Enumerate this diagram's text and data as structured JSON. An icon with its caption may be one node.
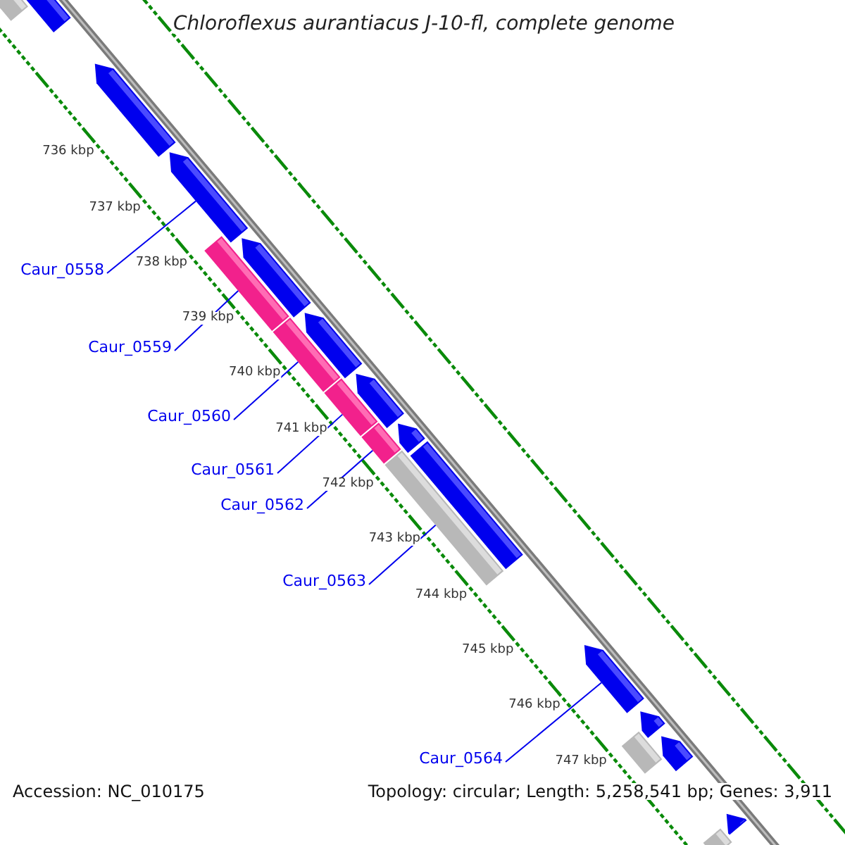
{
  "diagram": {
    "title": "Chloroflexus aurantiacus J-10-fl, complete genome",
    "nodes": [
      {
        "text": [],
        "shape": "bar"
      },
      {
        "text": [],
        "shape": "bar"
      },
      {
        "text": [],
        "shape": "bar"
      },
      {
        "text": [],
        "shape": "bar"
      },
      {
        "text": [],
        "shape": "bar"
      },
      {
        "text": [],
        "shape": "bar"
      },
      {
        "text": [],
        "shape": "bar"
      },
      {
        "text": [],
        "shape": "bar"
      },
      {
        "text": [],
        "shape": "bar"
      },
      {
        "text": [],
        "shape": "bar"
      },
      {
        "text": [],
        "shape": "bar"
      },
      {
        "text": [],
        "shape": "bar"
      },
      {
        "text": [],
        "shape": "bar"
      },
      {
        "text": [],
        "shape": "bar"
      },
      {
        "text": [],
        "shape": "bar"
      },
      {
        "text": [],
        "shape": "bar"
      },
      {
        "text": [],
        "shape": "bar"
      },
      {
        "text": [],
        "shape": "bar"
      },
      {
        "text": [],
        "shape": "bar"
      },
      {
        "text": [],
        "shape": "bar"
      },
      {
        "text": [
          "Caur_0558"
        ]
      },
      {
        "text": [
          "Caur_0559"
        ]
      },
      {
        "text": [
          "Caur_0560"
        ]
      },
      {
        "text": [
          "Caur_0561"
        ]
      },
      {
        "text": [
          "Caur_0562"
        ]
      },
      {
        "text": [
          "Caur_0563"
        ]
      },
      {
        "text": [
          "Caur_0564"
        ]
      }
    ],
    "edges": [
      {
        "from": 20,
        "to": 3,
        "arrow": "none"
      },
      {
        "from": 21,
        "to": 4,
        "arrow": "none"
      },
      {
        "from": 22,
        "to": 6,
        "arrow": "none"
      },
      {
        "from": 23,
        "to": 8,
        "arrow": "none"
      },
      {
        "from": 24,
        "to": 10,
        "arrow": "none"
      },
      {
        "from": 25,
        "to": 12,
        "arrow": "none"
      },
      {
        "from": 26,
        "to": 14,
        "arrow": "none"
      }
    ],
    "labels": [
      "736 kbp",
      "737 kbp",
      "738 kbp",
      "739 kbp",
      "740 kbp",
      "741 kbp",
      "742 kbp",
      "743 kbp",
      "744 kbp",
      "745 kbp",
      "746 kbp",
      "747 kbp",
      "Accession: NC_010175",
      "Topology: circular; Length: 5,258,541 bp; Genes: 3,911"
    ]
  }
}
